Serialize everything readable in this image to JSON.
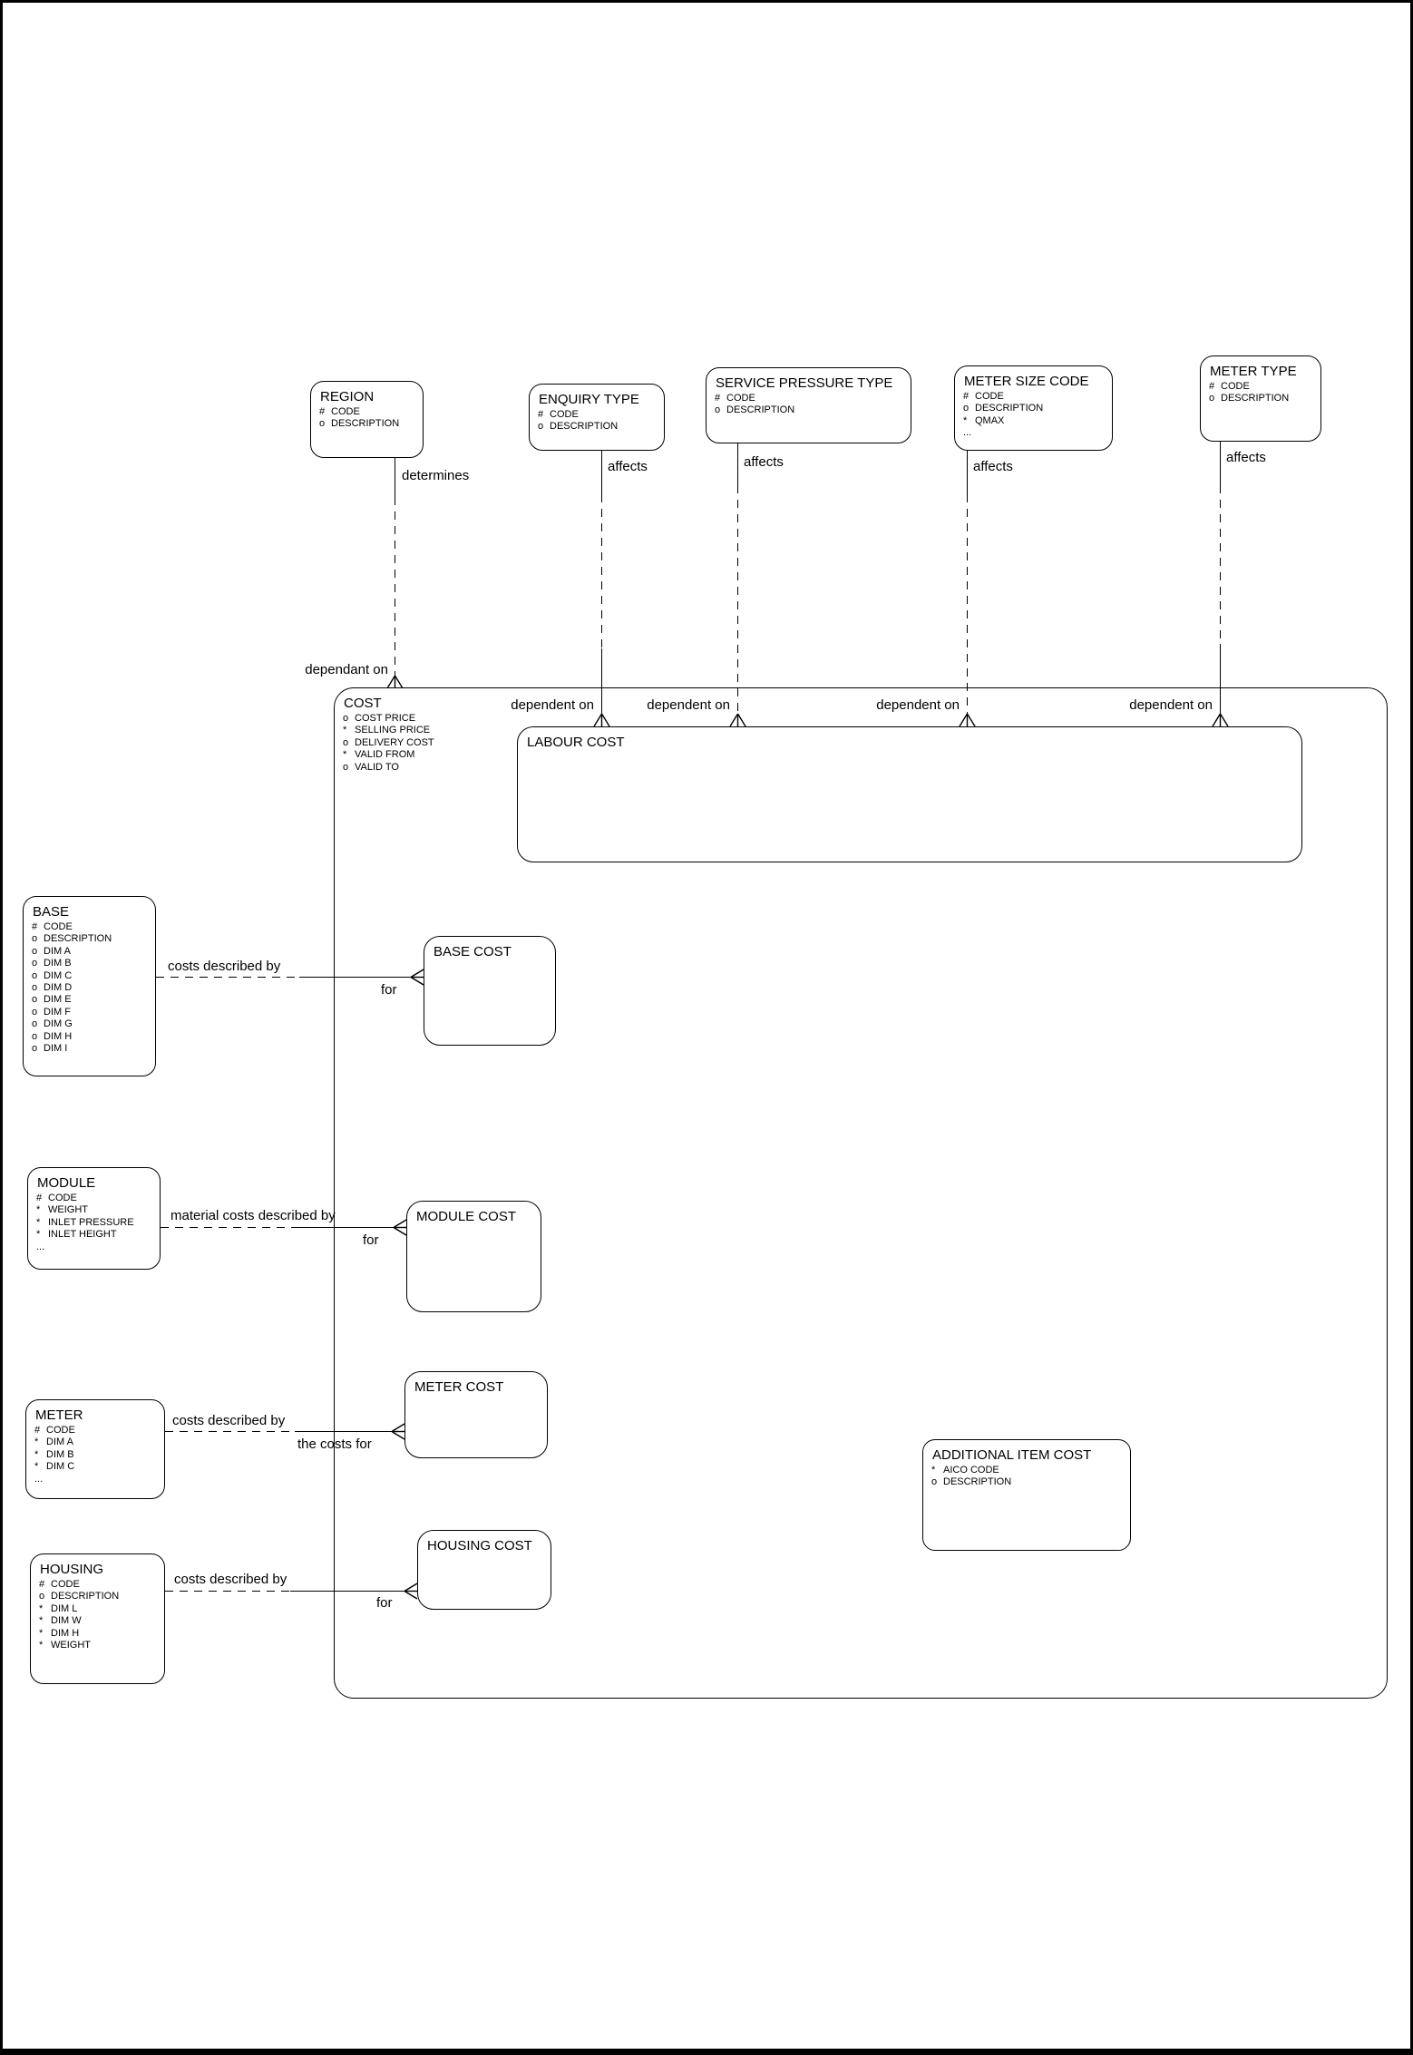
{
  "theme": {
    "background": "#ffffff",
    "line_color": "#000000",
    "text_color": "#000000"
  },
  "diagram": {
    "entities": {
      "region": {
        "title": "REGION",
        "attrs": [
          [
            "#",
            "CODE"
          ],
          [
            "o",
            "DESCRIPTION"
          ]
        ]
      },
      "enquiry_type": {
        "title": "ENQUIRY TYPE",
        "attrs": [
          [
            "#",
            "CODE"
          ],
          [
            "o",
            "DESCRIPTION"
          ]
        ]
      },
      "service_pressure_type": {
        "title": "SERVICE PRESSURE TYPE",
        "attrs": [
          [
            "#",
            "CODE"
          ],
          [
            "o",
            "DESCRIPTION"
          ]
        ]
      },
      "meter_size_code": {
        "title": "METER SIZE CODE",
        "attrs": [
          [
            "#",
            "CODE"
          ],
          [
            "o",
            "DESCRIPTION"
          ],
          [
            "*",
            "QMAX"
          ],
          [
            "...",
            ""
          ]
        ]
      },
      "meter_type": {
        "title": "METER TYPE",
        "attrs": [
          [
            "#",
            "CODE"
          ],
          [
            "o",
            "DESCRIPTION"
          ]
        ]
      },
      "base": {
        "title": "BASE",
        "attrs": [
          [
            "#",
            "CODE"
          ],
          [
            "o",
            "DESCRIPTION"
          ],
          [
            "o",
            "DIM A"
          ],
          [
            "o",
            "DIM B"
          ],
          [
            "o",
            "DIM C"
          ],
          [
            "o",
            "DIM D"
          ],
          [
            "o",
            "DIM E"
          ],
          [
            "o",
            "DIM F"
          ],
          [
            "o",
            "DIM G"
          ],
          [
            "o",
            "DIM H"
          ],
          [
            "o",
            "DIM I"
          ]
        ]
      },
      "module": {
        "title": "MODULE",
        "attrs": [
          [
            "#",
            "CODE"
          ],
          [
            "*",
            "WEIGHT"
          ],
          [
            "*",
            "INLET PRESSURE"
          ],
          [
            "*",
            "INLET HEIGHT"
          ],
          [
            "...",
            ""
          ]
        ]
      },
      "meter": {
        "title": "METER",
        "attrs": [
          [
            "#",
            "CODE"
          ],
          [
            "*",
            "DIM A"
          ],
          [
            "*",
            "DIM B"
          ],
          [
            "*",
            "DIM C"
          ],
          [
            "...",
            ""
          ]
        ]
      },
      "housing": {
        "title": "HOUSING",
        "attrs": [
          [
            "#",
            "CODE"
          ],
          [
            "o",
            "DESCRIPTION"
          ],
          [
            "*",
            "DIM L"
          ],
          [
            "*",
            "DIM W"
          ],
          [
            "*",
            "DIM H"
          ],
          [
            "*",
            "WEIGHT"
          ]
        ]
      },
      "cost": {
        "title": "COST",
        "attrs": [
          [
            "o",
            "COST PRICE"
          ],
          [
            "*",
            "SELLING PRICE"
          ],
          [
            "o",
            "DELIVERY COST"
          ],
          [
            "*",
            "VALID FROM"
          ],
          [
            "o",
            "VALID TO"
          ]
        ]
      },
      "labour_cost": {
        "title": "LABOUR COST"
      },
      "base_cost": {
        "title": "BASE COST"
      },
      "module_cost": {
        "title": "MODULE COST"
      },
      "meter_cost": {
        "title": "METER COST"
      },
      "housing_cost": {
        "title": "HOUSING COST"
      },
      "additional_item_cost": {
        "title": "ADDITIONAL ITEM COST",
        "attrs": [
          [
            "*",
            "AICO CODE"
          ],
          [
            "o",
            "DESCRIPTION"
          ]
        ]
      }
    },
    "labels": {
      "determines": "determines",
      "dependant_on": "dependant on",
      "affects": "affects",
      "dependent_on": "dependent on",
      "costs_described_by": "costs described by",
      "material_costs_described_by": "material costs described by",
      "the_costs_for": "the costs for",
      "for": "for"
    }
  }
}
